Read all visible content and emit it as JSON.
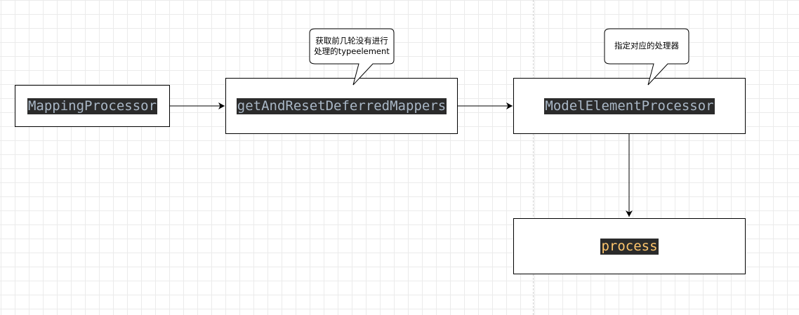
{
  "nodes": {
    "mapping_processor": "MappingProcessor",
    "get_and_reset": "getAndResetDeferredMappers",
    "model_element_processor": "ModelElementProcessor",
    "process": "process"
  },
  "callouts": {
    "deferred_line1": "获取前几轮没有进行",
    "deferred_line2": "处理的typeelement",
    "processor_line1": "指定对应的处理器"
  },
  "colors": {
    "grid": "#ebebeb",
    "label_bg": "#2b2b2b",
    "label_text": "#a9b7c6",
    "keyword_text": "#ffc66d",
    "stroke": "#000000"
  }
}
